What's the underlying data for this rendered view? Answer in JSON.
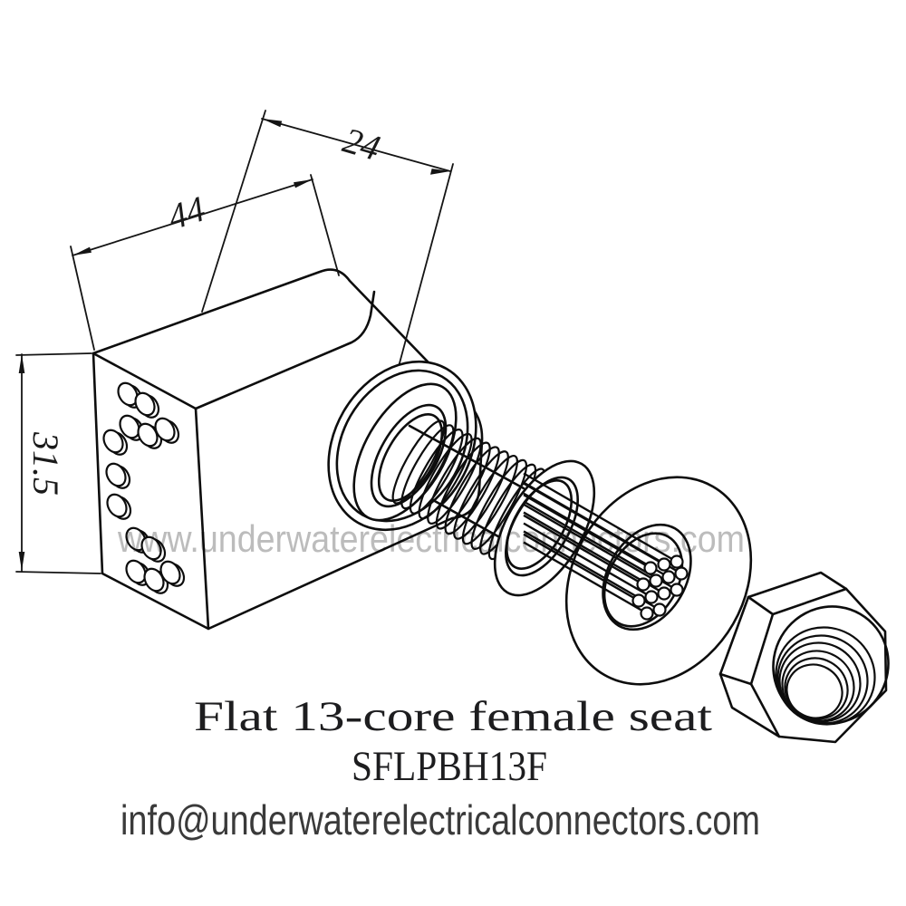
{
  "document": {
    "watermark": "www.underwaterelectricalconnectors.com",
    "caption_title": "Flat 13-core female seat",
    "caption_model": "SFLPBH13F",
    "contact_email": "info@underwaterelectricalconnectors.com"
  },
  "dimensions": {
    "depth": "24",
    "length": "44",
    "height": "31.5"
  },
  "colors": {
    "line": "#0d0d0d",
    "dimension": "#141414",
    "watermark": "#b5b5b5",
    "caption": "#1d1d1f",
    "email": "#3a3a3a",
    "background": "#ffffff"
  }
}
